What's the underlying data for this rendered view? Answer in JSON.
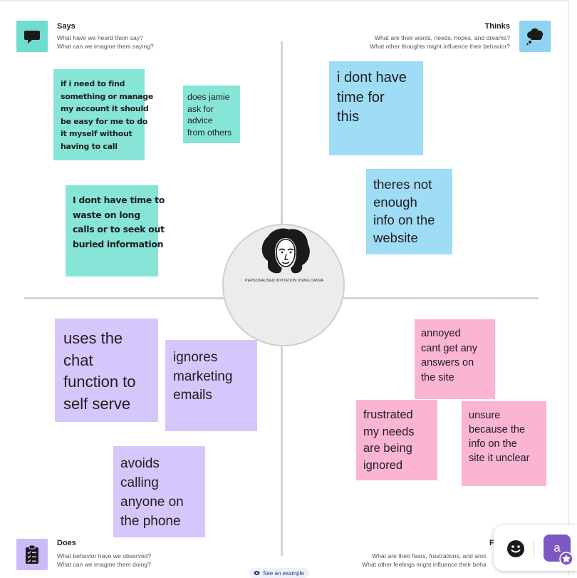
{
  "center": {
    "caption": "PERSONALISED INVITATION USING CANVA"
  },
  "quadrants": {
    "says": {
      "title": "Says",
      "sub1": "What have we heard them say?",
      "sub2": "What can we imagine them saying?",
      "icon": "speech-bubble-icon",
      "color": "#6fdcd0"
    },
    "thinks": {
      "title": "Thinks",
      "sub1": "What are their wants, needs, hopes, and dreams?",
      "sub2": "What other thoughts might influence their behavior?",
      "icon": "thought-cloud-icon",
      "color": "#8fd2f2"
    },
    "does": {
      "title": "Does",
      "sub1": "What behavior have we observed?",
      "sub2": "What can we imagine them doing?",
      "icon": "clipboard-checklist-icon",
      "color": "#cbbcf7"
    },
    "feels": {
      "title": "F",
      "sub1": "What are their fears, frustrations, and anxi",
      "sub2": "What other feelings might influence their beha",
      "icon": "heart-icon",
      "color": "#f6a9c9"
    }
  },
  "notes": {
    "says_1": [
      "if i need to find",
      "something or manage",
      "my account it should",
      "be easy for me to do",
      "it myself without",
      "having to call"
    ],
    "says_2": [
      "does jamie",
      "ask for",
      "advice",
      "from others"
    ],
    "says_3": [
      "I dont have time to",
      "waste on long",
      " calls or to seek out",
      "buried information"
    ],
    "thinks_1": [
      "i dont have",
      "time for",
      "this"
    ],
    "thinks_2": [
      "theres not",
      "enough",
      "info on the",
      "website"
    ],
    "does_1": [
      "uses the",
      "chat",
      "function to",
      "self serve"
    ],
    "does_2": [
      "ignores",
      "marketing",
      "emails"
    ],
    "does_3": [
      "avoids",
      "calling",
      "anyone on",
      "the phone"
    ],
    "feels_1": [
      "annoyed",
      "cant get any",
      "answers on",
      "the site"
    ],
    "feels_2": [
      "frustrated",
      "my needs",
      "are being",
      "ignored"
    ],
    "feels_3": [
      "unsure",
      "because the",
      "info on the",
      "site it unclear"
    ]
  },
  "toolbar": {
    "avatar_letter": "a",
    "reaction_icon": "smiley-face-icon",
    "badge_icon": "star-badge-icon",
    "accent": "#7d57c2"
  },
  "footer": {
    "see_example": "See an example"
  }
}
